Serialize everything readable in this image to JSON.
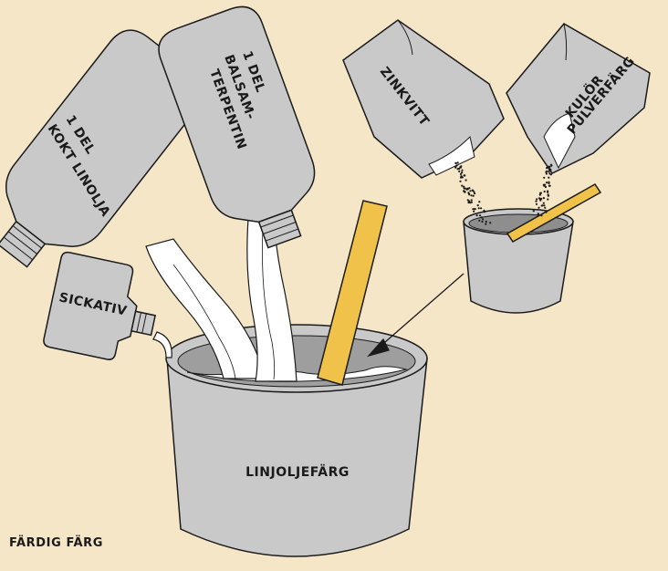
{
  "labels": {
    "linolja": [
      "1 DEL",
      "KOKT LINOLJA"
    ],
    "balsam": [
      "1 DEL",
      "BALSAM-",
      "TERPENTIN"
    ],
    "sickativ": "SICKATIV",
    "zinkvitt": "ZINKVITT",
    "kulor": [
      "KULÖR",
      "PULVERFÄRG"
    ],
    "bucket": "LINJOLJEFÄRG",
    "caption": "FÄRDIG FÄRG"
  },
  "colors": {
    "background": "#f5e6c8",
    "container": "#c9c9c9",
    "liquid": "#ffffff",
    "stick": "#f0c24a",
    "outline": "#1a1a1a"
  }
}
